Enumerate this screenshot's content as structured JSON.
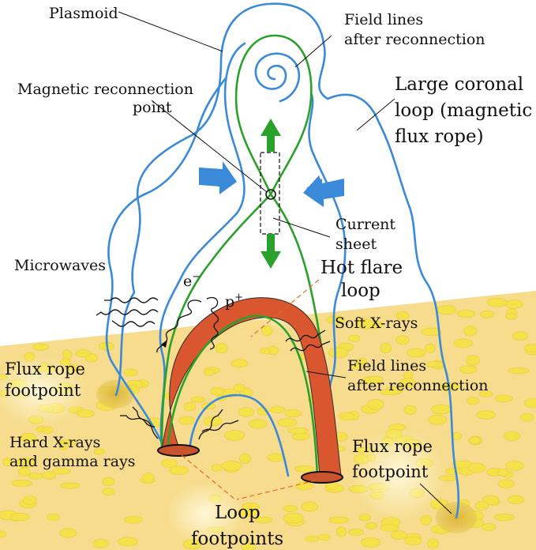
{
  "labels": {
    "plasmoid": "Plasmoid",
    "field_lines_top_1": "Field lines",
    "field_lines_top_2": "after reconnection",
    "reconnection_1": "Magnetic reconnection",
    "reconnection_2": "point",
    "coronal_1": "Large coronal",
    "coronal_2": "loop (magnetic",
    "coronal_3": "flux rope)",
    "current_1": "Current",
    "current_2": "sheet",
    "microwaves": "Microwaves",
    "hot_flare_1": "Hot flare",
    "hot_flare_2": "loop",
    "electron": "e",
    "electron_sup": "−",
    "proton": "p",
    "proton_sup": "+",
    "soft_xrays": "Soft X-rays",
    "field_lines_mid_1": "Field lines",
    "field_lines_mid_2": "after reconnection",
    "flux_left_1": "Flux rope",
    "flux_left_2": "footpoint",
    "hard_xrays_1": "Hard X-rays",
    "hard_xrays_2": "and gamma rays",
    "flux_right_1": "Flux rope",
    "flux_right_2": "footpoint",
    "loop_fp_1": "Loop",
    "loop_fp_2": "footpoints"
  },
  "colors": {
    "surface": "#f6dc8c",
    "surface_dots": "#f5e24a",
    "field_blue": "#3a8ad9",
    "field_green": "#2aa12a",
    "flare_loop": "#d9562f",
    "inflow_arrow": "#3a8ad9",
    "outflow_arrow": "#2aa12a"
  }
}
